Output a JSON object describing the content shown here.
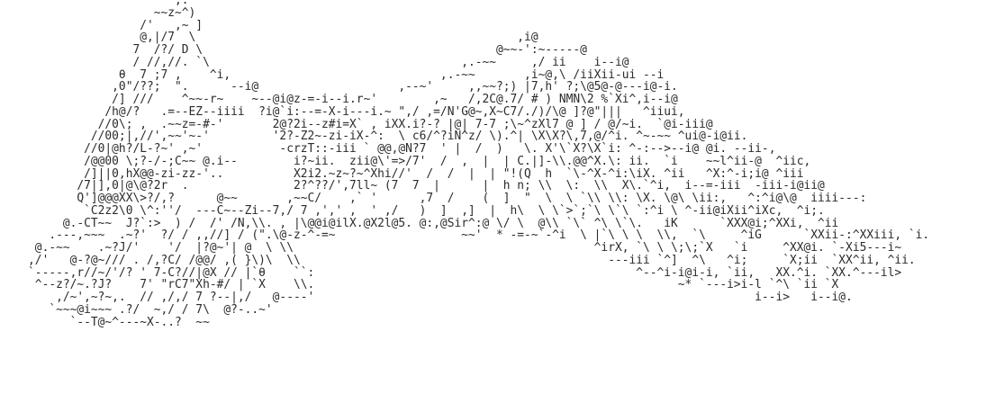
{
  "art_lines": [
    "                         ,.",
    "                      ~~z~^)",
    "                    /'   ,~ ]",
    "                    @,|/7  \\                                              ,i@",
    "                   7  /?/ D \\                                          @~~-':~-----@",
    "                   / //,//. `\\                                    ,.-~~     ,/ ii    i--i@",
    "                 θ  7 ;7 ,    ^i,                              ,.-~~       ,i~@,\\ /iiXii-ui --i",
    "                ,0\"/??;  \".      --i@                    ,--~'     ,,~~?;) |7,h' ?;\\@5@-@---i@-i.",
    "                /] ///    ^~~-r~    ~--@i@z-=-i--i.r~'        ,~   /,2C@.7/ # ) NMN\\2 %`Xi^,i--i@",
    "               /h@/?   .=--EZ--iiii  ?i@`i:--=-X-i---i.~ \",/ ,=/N'G@~,X~C7/./)/\\@ ]?@\"|||   ^iiui,",
    "              //0\\; ,  .~~z=-#-'       2@?2i--z#i=X` , iXX.i?-? |@| 7-7 ;\\~^zXl7 @ ] / @/~i.  `@i-iii@",
    "             //00;|,//',~~'~-'         '2?-Z2~-zi-iX-^:  \\ c6/^?iN^z/ \\).^| \\X\\X?\\,7,@/^i. ^~-~~ ^ui@-i@ii.",
    "            //0|@h?/L-?~' ,~'           -crzT::-iii ` @@,@N?7  ' |  /  )   \\. X'\\`X?\\X`i: ^-:-->--i@ @i. --ii-,",
    "            /@@00 \\;?-/-;C~~ @.i--        i?~ii.  zii@\\'=>/7'  /  ,  |  | C.|]-\\\\.@@^X.\\: ii.  `i    ~~l^ii-@  ^iic,",
    "            /]||0,hX@@-zi-zz-'..          X2i2.~z~?~^Xhi//'  /  /  |  | \"!(Q  h  `\\-^X-^i:\\iX. ^ii   ^X:^-i;i@ ^iii",
    "           /7|],0|@\\@?2r  .               2?^??/',7ll~ (7  7  |      |  h n; \\\\  \\:  \\\\  X\\.`^i,  i--=-iii  -iii-i@ii@",
    "           Q']@@@XX\\>?/,?      @~~       ,~~C/    ,` '      ,7  /    (  ]  \"  \\  \\ `\\\\ \\\\: \\X. \\@\\ \\ii:,   ^:^i@\\@  iiii---:",
    "            `C2z2\\0 \\^:''/  ---C~--Zi--7,/ 7 ,',' ,  ' ,/   )  ]  ,]  |  h\\  \\ \\`>`;`\\ \\`\\ `:^i \\ ^-ii@iXii^iXc,  ^i;.",
    "         @.-CT~~  J?`:>  ) /  /' /N,\\\\. , |\\@@i@ilX.@X2l@5. @:,@Sir^:@ \\/ \\  @\\\\ `\\` ^\\ \\`\\.   iK      `XXX@i;^XXi,  ^ii",
    "       .---,~~~  .~?'  ?/ / ,,//] / (\".\\@-z-^-=~                  ~~'  * -=-~`-^i  \\ |`\\ \\ \\  \\\\,  `\\     ^iG      `XXii-:^XXiii, `i.",
    "     @.-~~    .~?J/'    '/  |?@~'| @  \\ \\\\                                           ^irX, `\\ \\ \\;\\;`X   `i     ^XX@i. `-Xi5---i~",
    "    ,/'   @-?@~/// . /,?C/ /@@/ ,( }\\)\\  \\\\                                            ---iii `^]  ^\\   ^i;     `X;ii  `XX^ii, ^ii.",
    "    `-----,r//~/'/? ' 7-C?//|@X // |`θ    ``:                                              ^--^i-i@i-i, `ii,   XX.^i. `XX.^---il>",
    "     ^--z?/~.?J?    7' \"rC7\"Xh-#/ | `X    \\\\.                                                    ~* `---i>i-l `^\\ `ii `X",
    "        ,/~',~?~,.  // ,/,/ 7 ?--|,/   @----'                                                               i--i>   i--i@.",
    "       `~~~@i~~~ .?/  ~,/ / 7\\  @?-..~'",
    "          `--T@~^---~X-..?  ~~"
  ]
}
